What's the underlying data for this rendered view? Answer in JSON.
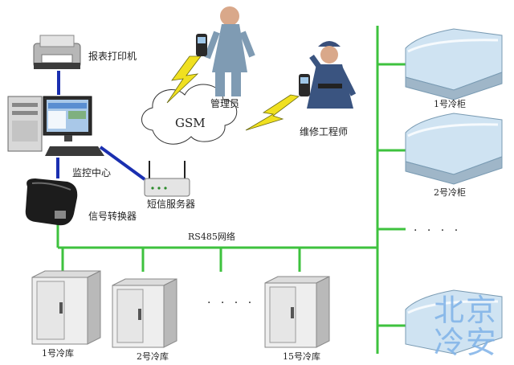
{
  "labels": {
    "printer": "报表打印机",
    "monitor_center": "监控中心",
    "signal_converter": "信号转换器",
    "sms_server": "短信服务器",
    "manager": "管理员",
    "engineer": "维修工程师",
    "gsm": "GSM",
    "network": "RS485网络",
    "cabinet_1": "1号冷柜",
    "cabinet_2": "2号冷柜",
    "cold_room_1": "1号冷库",
    "cold_room_2": "2号冷库",
    "cold_room_15": "15号冷库",
    "ellipsis_h": ". . . .",
    "ellipsis_v": ". . . ."
  },
  "watermark": {
    "line1": "北京",
    "line2": "冷安"
  },
  "colors": {
    "network_line": "#3ec23e",
    "connection_line": "#1a2fb0",
    "lightning": "#f0e020",
    "watermark": "#7fb2e8"
  }
}
